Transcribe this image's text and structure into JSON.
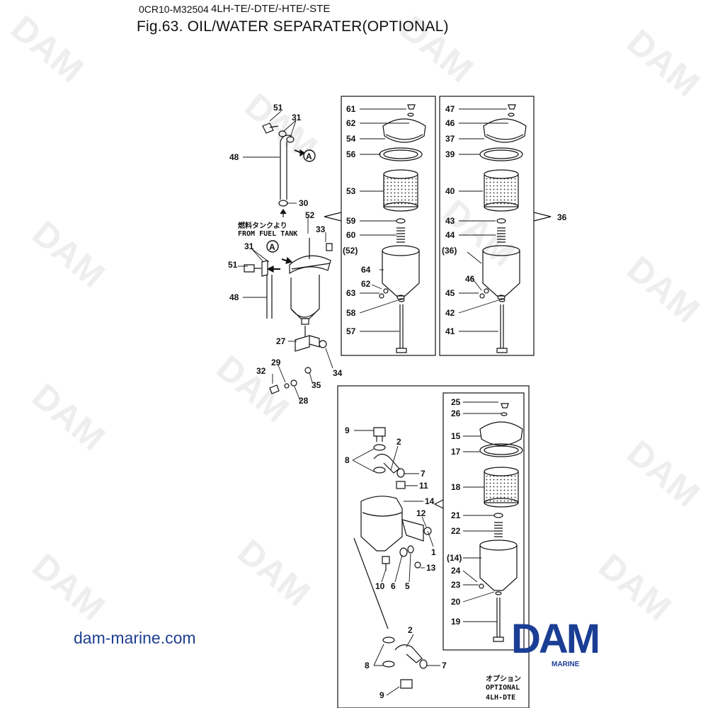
{
  "header": {
    "doc_code": "0CR10-M32504",
    "model": "4LH-TE/-DTE/-HTE/-STE",
    "figure_title": "Fig.63.  OIL/WATER SEPARATER(OPTIONAL)"
  },
  "watermark": {
    "text": "DAM"
  },
  "notes": {
    "from_fuel_tank_jp": "燃料タンクより",
    "from_fuel_tank_en": "FROM FUEL TANK",
    "optional_jp": "オプション",
    "optional_en": "OPTIONAL",
    "optional_model": "4LH-DTE",
    "callout_a": "A"
  },
  "labels": {
    "p51a": "51",
    "p31a": "31",
    "p48a": "48",
    "p30": "30",
    "p52": "52",
    "p33": "33",
    "p31b": "31",
    "p51b": "51",
    "p48b": "48",
    "p27": "27",
    "p34": "34",
    "p32": "32",
    "p29": "29",
    "p35": "35",
    "p28": "28",
    "p61": "61",
    "p62a": "62",
    "p54": "54",
    "p56": "56",
    "p53": "53",
    "p59": "59",
    "p60": "60",
    "p52p": "(52)",
    "p64": "64",
    "p62b": "62",
    "p63": "63",
    "p58": "58",
    "p57": "57",
    "p47": "47",
    "p46a": "46",
    "p37": "37",
    "p39": "39",
    "p40": "40",
    "p43": "43",
    "p44": "44",
    "p36p": "(36)",
    "p46b": "46",
    "p45": "45",
    "p42": "42",
    "p41": "41",
    "p36": "36",
    "p9a": "9",
    "p2a": "2",
    "p8a": "8",
    "p7a": "7",
    "p11": "11",
    "p14": "14",
    "p12": "12",
    "p1": "1",
    "p13": "13",
    "p10": "10",
    "p6": "6",
    "p5": "5",
    "p2b": "2",
    "p8b": "8",
    "p7b": "7",
    "p9b": "9",
    "p25": "25",
    "p26": "26",
    "p15": "15",
    "p17": "17",
    "p18": "18",
    "p21": "21",
    "p22": "22",
    "p14p": "(14)",
    "p24": "24",
    "p23": "23",
    "p20": "20",
    "p19": "19"
  },
  "footer": {
    "site": "dam-marine.com",
    "logo_text": "DAM",
    "logo_sub": "MARINE"
  },
  "colors": {
    "logo_blue": "#1b3e95",
    "url_blue": "#1f3f8f",
    "line": "#111111",
    "watermark": "#eeeeee"
  }
}
